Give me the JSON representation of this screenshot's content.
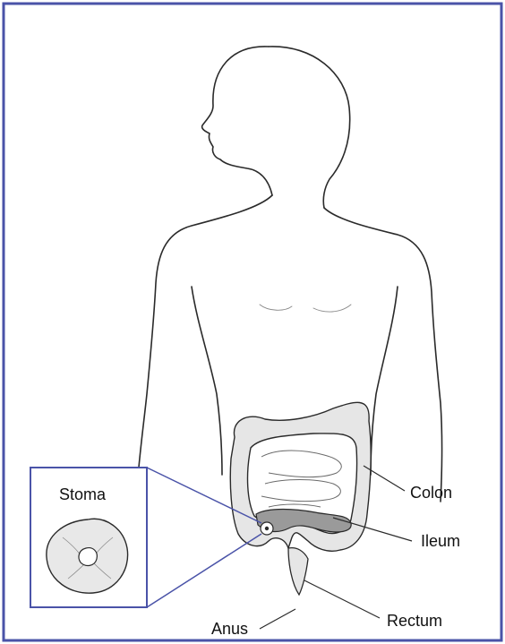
{
  "labels": {
    "stoma": "Stoma",
    "colon": "Colon",
    "ileum": "Ileum",
    "anus": "Anus",
    "rectum": "Rectum"
  },
  "colors": {
    "border": "#4a53a8",
    "outline": "#2a2a2a",
    "organ_shade": "#d4d4d4",
    "ileum_shade": "#9a9a9a"
  }
}
